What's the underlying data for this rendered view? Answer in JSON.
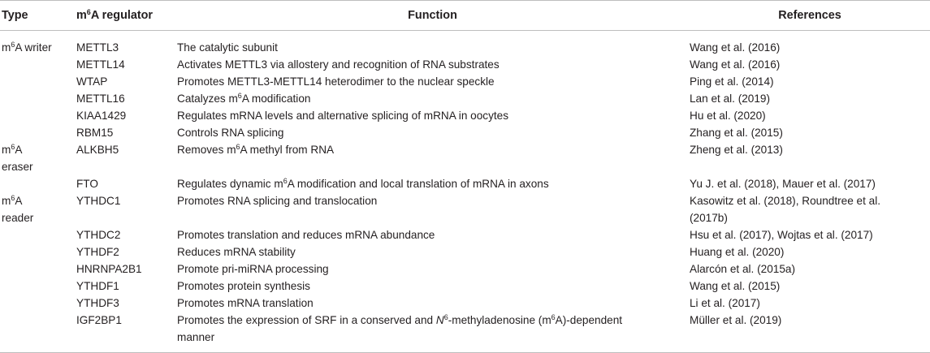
{
  "header": {
    "type": "Type",
    "regulator_prefix": "m",
    "regulator_sup": "6",
    "regulator_suffix": "A regulator",
    "function": "Function",
    "references": "References"
  },
  "rows": [
    {
      "type_pre": "m",
      "type_sup": "6",
      "type_post": "A writer",
      "regulator": "METTL3",
      "func_pre": "The catalytic subunit",
      "func_sup": "",
      "func_post": "",
      "references": "Wang et al. (2016)"
    },
    {
      "type_pre": "",
      "type_sup": "",
      "type_post": "",
      "regulator": "METTL14",
      "func_pre": "Activates METTL3 via allostery and recognition of RNA substrates",
      "func_sup": "",
      "func_post": "",
      "references": "Wang et al. (2016)"
    },
    {
      "type_pre": "",
      "type_sup": "",
      "type_post": "",
      "regulator": "WTAP",
      "func_pre": "Promotes METTL3-METTL14 heterodimer to the nuclear speckle",
      "func_sup": "",
      "func_post": "",
      "references": "Ping et al. (2014)"
    },
    {
      "type_pre": "",
      "type_sup": "",
      "type_post": "",
      "regulator": "METTL16",
      "func_pre": "Catalyzes m",
      "func_sup": "6",
      "func_post": "A modification",
      "references": "Lan et al. (2019)"
    },
    {
      "type_pre": "",
      "type_sup": "",
      "type_post": "",
      "regulator": "KIAA1429",
      "func_pre": "Regulates mRNA levels and alternative splicing of mRNA in oocytes",
      "func_sup": "",
      "func_post": "",
      "references": "Hu et al. (2020)"
    },
    {
      "type_pre": "",
      "type_sup": "",
      "type_post": "",
      "regulator": "RBM15",
      "func_pre": "Controls RNA splicing",
      "func_sup": "",
      "func_post": "",
      "references": "Zhang et al. (2015)"
    },
    {
      "type_pre": "m",
      "type_sup": "6",
      "type_post": "A",
      "type_line2": "eraser",
      "regulator": "ALKBH5",
      "func_pre": "Removes m",
      "func_sup": "6",
      "func_post": "A methyl from RNA",
      "references": "Zheng et al. (2013)"
    },
    {
      "type_pre": "",
      "type_sup": "",
      "type_post": "",
      "regulator": "FTO",
      "func_pre": "Regulates dynamic m",
      "func_sup": "6",
      "func_post": "A modification and local translation of mRNA in axons",
      "references": "Yu J. et al. (2018), Mauer et al. (2017)"
    },
    {
      "type_pre": "m",
      "type_sup": "6",
      "type_post": "A",
      "type_line2": "reader",
      "regulator": "YTHDC1",
      "func_pre": "Promotes RNA splicing and translocation",
      "func_sup": "",
      "func_post": "",
      "references": "Kasowitz et al. (2018), Roundtree et al.",
      "references_line2": "(2017b)"
    },
    {
      "type_pre": "",
      "type_sup": "",
      "type_post": "",
      "regulator": "YTHDC2",
      "func_pre": "Promotes translation and reduces mRNA abundance",
      "func_sup": "",
      "func_post": "",
      "references": "Hsu et al. (2017), Wojtas et al. (2017)"
    },
    {
      "type_pre": "",
      "type_sup": "",
      "type_post": "",
      "regulator": "YTHDF2",
      "func_pre": "Reduces mRNA stability",
      "func_sup": "",
      "func_post": "",
      "references": "Huang et al. (2020)"
    },
    {
      "type_pre": "",
      "type_sup": "",
      "type_post": "",
      "regulator": "HNRNPA2B1",
      "func_pre": "Promote pri-miRNA processing",
      "func_sup": "",
      "func_post": "",
      "references": "Alarcón et al. (2015a)"
    },
    {
      "type_pre": "",
      "type_sup": "",
      "type_post": "",
      "regulator": "YTHDF1",
      "func_pre": "Promotes protein synthesis",
      "func_sup": "",
      "func_post": "",
      "references": "Wang et al. (2015)"
    },
    {
      "type_pre": "",
      "type_sup": "",
      "type_post": "",
      "regulator": "YTHDF3",
      "func_pre": "Promotes mRNA translation",
      "func_sup": "",
      "func_post": "",
      "references": "Li et al. (2017)"
    },
    {
      "type_pre": "",
      "type_sup": "",
      "type_post": "",
      "regulator": "IGF2BP1",
      "func_pre": "Promotes the expression of SRF in a conserved and ",
      "func_italic": "N",
      "func_sup": "6",
      "func_post": "-methyladenosine (m",
      "func_sup2": "6",
      "func_post2": "A)-dependent",
      "func_line2": "manner",
      "references": "Müller et al. (2019)"
    }
  ]
}
